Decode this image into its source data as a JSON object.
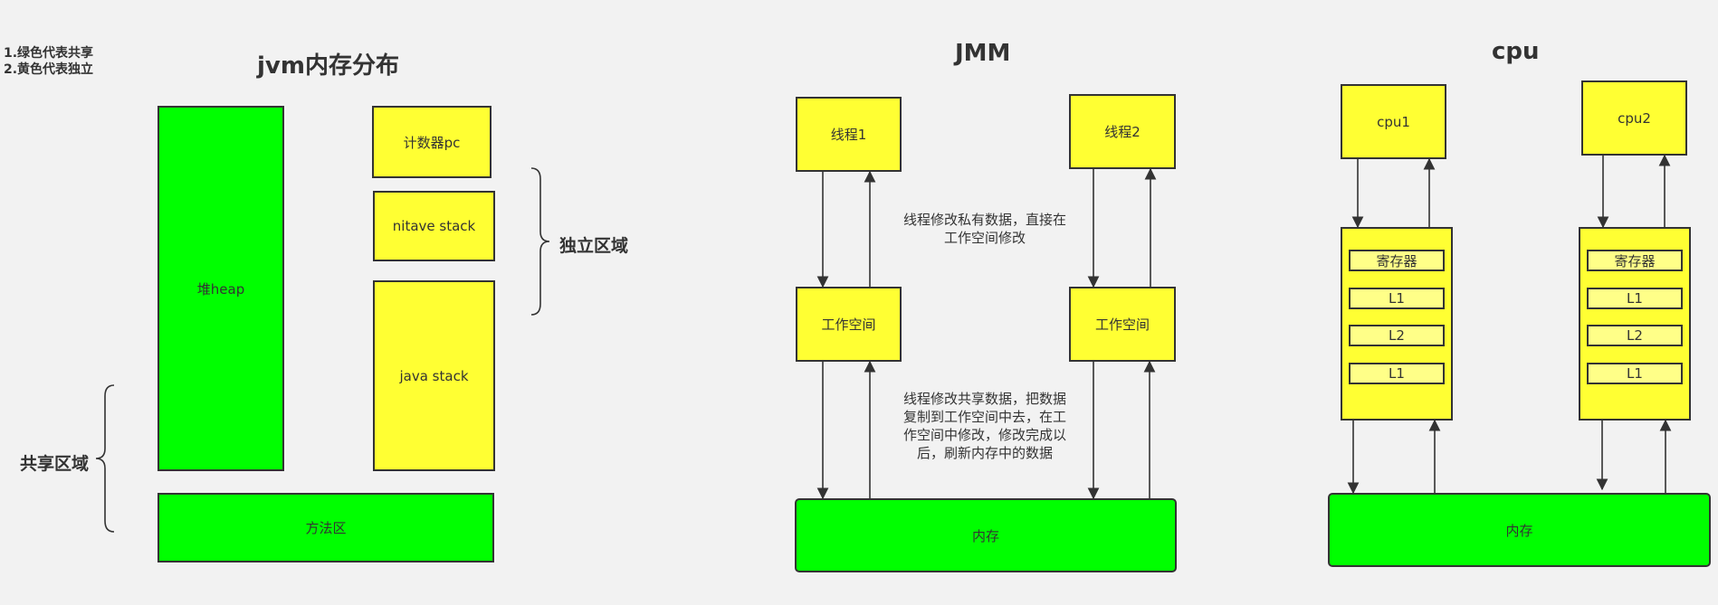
{
  "legend": {
    "line1": "1.绿色代表共享",
    "line2": "2.黄色代表独立"
  },
  "jvm": {
    "title": "jvm内存分布",
    "heap": "堆heap",
    "pc": "计数器pc",
    "native_stack": "nitave  stack",
    "java_stack": "java stack",
    "method_area": "方法区",
    "independent_label": "独立区域",
    "shared_label": "共享区域"
  },
  "jmm": {
    "title": "JMM",
    "thread1": "线程1",
    "thread2": "线程2",
    "workspace1": "工作空间",
    "workspace2": "工作空间",
    "memory": "内存",
    "note_private_line1": "线程修改私有数据，直接在",
    "note_private_line2": "工作空间修改",
    "note_shared_line1": "线程修改共享数据，把数据",
    "note_shared_line2": "复制到工作空间中去，在工",
    "note_shared_line3": "作空间中修改，修改完成以",
    "note_shared_line4": "后，刷新内存中的数据"
  },
  "cpu": {
    "title": "cpu",
    "cpu1": "cpu1",
    "cpu2": "cpu2",
    "register": "寄存器",
    "l1": "L1",
    "l2": "L2",
    "l1b": "L1",
    "memory": "内存"
  },
  "colors": {
    "green": "#00ff00",
    "yellow": "#ffff33",
    "light_yellow": "#ffff88",
    "stroke": "#333333"
  }
}
